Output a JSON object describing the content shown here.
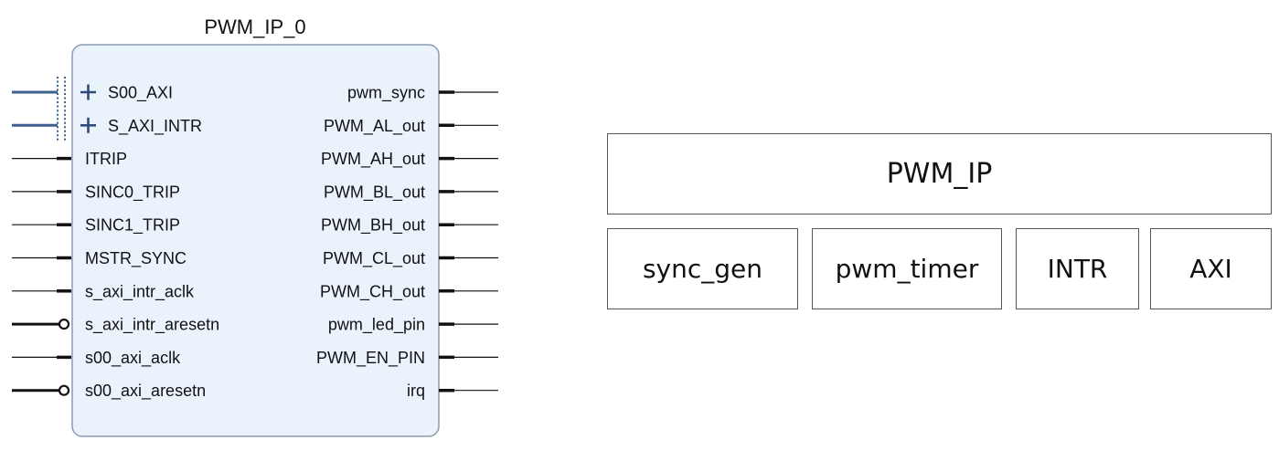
{
  "ip_block": {
    "title": "PWM_IP_0",
    "colors": {
      "block_fill": "#EAF3FC",
      "block_border": "#8A9BB0",
      "bus_line": "#3F5F8F",
      "plus": "#2E4C7A",
      "pin_line": "#111111"
    },
    "left_ports": [
      {
        "label": "S00_AXI",
        "kind": "bus"
      },
      {
        "label": "S_AXI_INTR",
        "kind": "bus"
      },
      {
        "label": "ITRIP",
        "kind": "pin"
      },
      {
        "label": "SINC0_TRIP",
        "kind": "pin"
      },
      {
        "label": "SINC1_TRIP",
        "kind": "pin"
      },
      {
        "label": "MSTR_SYNC",
        "kind": "pin"
      },
      {
        "label": "s_axi_intr_aclk",
        "kind": "pin"
      },
      {
        "label": "s_axi_intr_aresetn",
        "kind": "reset"
      },
      {
        "label": "s00_axi_aclk",
        "kind": "pin"
      },
      {
        "label": "s00_axi_aresetn",
        "kind": "reset"
      }
    ],
    "right_ports": [
      {
        "label": "pwm_sync"
      },
      {
        "label": "PWM_AL_out"
      },
      {
        "label": "PWM_AH_out"
      },
      {
        "label": "PWM_BL_out"
      },
      {
        "label": "PWM_BH_out"
      },
      {
        "label": "PWM_CL_out"
      },
      {
        "label": "PWM_CH_out"
      },
      {
        "label": "pwm_led_pin"
      },
      {
        "label": "PWM_EN_PIN"
      },
      {
        "label": "irq"
      }
    ]
  },
  "hierarchy": {
    "top": "PWM_IP",
    "modules": [
      "sync_gen",
      "pwm_timer",
      "INTR",
      "AXI"
    ]
  }
}
